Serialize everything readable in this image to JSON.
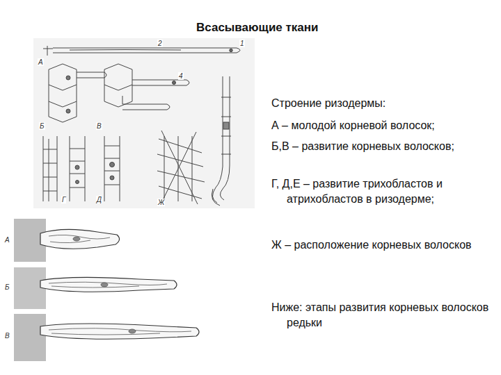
{
  "diagram": {
    "title": "Всасывающие ткани",
    "labels": [
      "Строение ризодермы:",
      "А – молодой корневой волосок;",
      "Б,В – развитие корневых волосков;",
      "Г, Д,Е – развитие трихобластов и атрихобластов в ризодерме;",
      "Ж – расположение корневых волосков",
      "Ниже: этапы развития корневых волосков редьки",
      "А",
      "Б",
      "В",
      "Г",
      "Д",
      "Ж",
      "1",
      "2",
      "4",
      "А",
      "Б",
      "В"
    ]
  }
}
